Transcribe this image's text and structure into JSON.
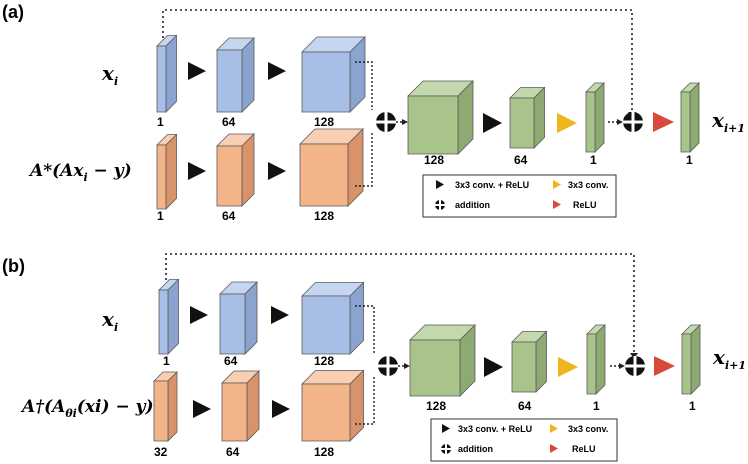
{
  "panels": [
    {
      "label": "(a)",
      "input1": {
        "var": "x",
        "sub": "i"
      },
      "input2": {
        "text": "A*(Ax",
        "sub": "i",
        "tail": " − y)"
      },
      "output": {
        "var": "x",
        "sub": "i+1"
      },
      "channels": {
        "top": [
          "1",
          "64",
          "128"
        ],
        "bottom": [
          "1",
          "64",
          "128"
        ],
        "merge": [
          "128",
          "64",
          "1"
        ],
        "out": "1"
      }
    },
    {
      "label": "(b)",
      "input1": {
        "var": "x",
        "sub": "i"
      },
      "input2": {
        "text": "A†(A",
        "sub": "θi",
        "tail": "(xi) − y)"
      },
      "output": {
        "var": "x",
        "sub": "i+1"
      },
      "channels": {
        "top": [
          "1",
          "64",
          "128"
        ],
        "bottom": [
          "32",
          "64",
          "128"
        ],
        "merge": [
          "128",
          "64",
          "1"
        ],
        "out": "1"
      }
    }
  ],
  "legend": {
    "conv_relu": "3x3 conv. + ReLU",
    "conv": "3x3 conv.",
    "addition": "addition",
    "relu": "ReLU"
  },
  "colors": {
    "blue_front": "#a7bfe6",
    "blue_top": "#c6d6f1",
    "blue_side": "#8aa4cf",
    "orange_front": "#f4b48a",
    "orange_top": "#f8cfb2",
    "orange_side": "#d9936a",
    "green_front": "#a9c48b",
    "green_top": "#c4d8ad",
    "green_side": "#8ea972",
    "arrow_black": "#111111",
    "arrow_yellow": "#f0b41c",
    "arrow_red": "#d84a3c"
  }
}
